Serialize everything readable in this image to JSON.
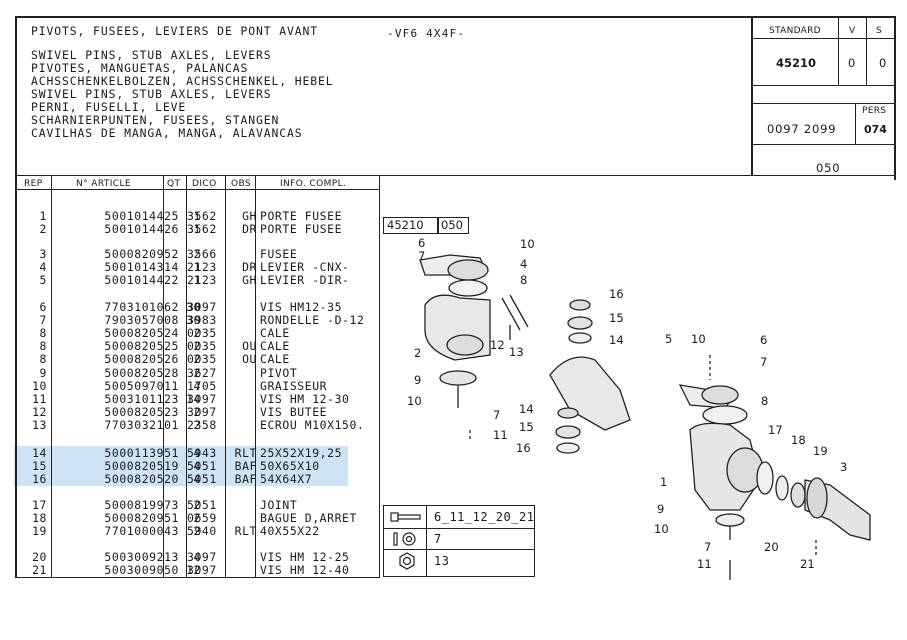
{
  "header": {
    "title_line": "PIVOTS, FUSEES, LEVIERS DE PONT AVANT",
    "model": "-VF6 4X4F-",
    "translations": [
      "SWIVEL PINS, STUB AXLES, LEVERS",
      "PIVOTES, MANGUETAS, PALANCAS",
      "ACHSSCHENKELBOLZEN, ACHSSCHENKEL, HEBEL",
      "SWIVEL PINS, STUB AXLES, LEVERS",
      "PERNI, FUSELLI, LEVE",
      "SCHARNIERPUNTEN, FUSEES, STANGEN",
      "CAVILHAS DE MANGA, MANGA, ALAVANCAS"
    ]
  },
  "side_box": {
    "standard_label": "STANDARD",
    "v_label": "V",
    "s_label": "S",
    "standard_value": "45210",
    "v_value": "0",
    "s_value": "0",
    "pers_label": "PERS",
    "ref_number": "0097 2099",
    "pers_value": "074",
    "page_number": "050"
  },
  "table": {
    "headers": {
      "rep": "REP",
      "article": "N° ARTICLE",
      "qt": "QT",
      "dico": "DICO",
      "obs": "OBS",
      "info": "INFO. COMPL."
    },
    "rows": [
      {
        "rep": "1",
        "article": "5001014425",
        "qt": "1",
        "dico": "3562",
        "obs": "GH",
        "info": "PORTE FUSEE"
      },
      {
        "rep": "2",
        "article": "5001014426",
        "qt": "1",
        "dico": "3562",
        "obs": "DR",
        "info": "PORTE FUSEE"
      },
      {
        "rep": "3",
        "article": "5000820952",
        "qt": "2",
        "dico": "3566",
        "obs": "",
        "info": "FUSEE"
      },
      {
        "rep": "4",
        "article": "5001014314",
        "qt": "1",
        "dico": "2123",
        "obs": "DR",
        "info": "LEVIER -CNX-"
      },
      {
        "rep": "5",
        "article": "5001014422",
        "qt": "1",
        "dico": "2123",
        "obs": "GH",
        "info": "LEVIER -DIR-"
      },
      {
        "rep": "6",
        "article": "7703101062",
        "qt": "30",
        "dico": "3097",
        "obs": "",
        "info": "VIS HM12-35"
      },
      {
        "rep": "7",
        "article": "7903057008",
        "qt": "30",
        "dico": "3983",
        "obs": "",
        "info": "RONDELLE -D-12"
      },
      {
        "rep": "8",
        "article": "5000820524",
        "qt": "2",
        "dico": "0035",
        "obs": "",
        "info": "CALE"
      },
      {
        "rep": "8",
        "article": "5000820525",
        "qt": "2",
        "dico": "0035",
        "obs": "OU",
        "info": "CALE"
      },
      {
        "rep": "8",
        "article": "5000820526",
        "qt": "2",
        "dico": "0035",
        "obs": "OU",
        "info": "CALE"
      },
      {
        "rep": "9",
        "article": "5000820528",
        "qt": "2",
        "dico": "3627",
        "obs": "",
        "info": "PIVOT"
      },
      {
        "rep": "10",
        "article": "5005097011",
        "qt": "4",
        "dico": "1705",
        "obs": "",
        "info": "GRAISSEUR"
      },
      {
        "rep": "11",
        "article": "5003101123",
        "qt": "14",
        "dico": "3097",
        "obs": "",
        "info": "VIS HM 12-30"
      },
      {
        "rep": "12",
        "article": "5000820523",
        "qt": "2",
        "dico": "3097",
        "obs": "",
        "info": "VIS BUTEE"
      },
      {
        "rep": "13",
        "article": "7703032101",
        "qt": "2",
        "dico": "2358",
        "obs": "",
        "info": "ECROU M10X150."
      },
      {
        "rep": "14",
        "article": "5000113951",
        "qt": "4",
        "dico": "5943",
        "obs": "RLT",
        "info": "25X52X19,25"
      },
      {
        "rep": "15",
        "article": "5000820519",
        "qt": "4",
        "dico": "5051",
        "obs": "BAF",
        "info": "50X65X10"
      },
      {
        "rep": "16",
        "article": "5000820520",
        "qt": "4",
        "dico": "5051",
        "obs": "BAF",
        "info": "54X64X7"
      },
      {
        "rep": "17",
        "article": "5000819973",
        "qt": "2",
        "dico": "5051",
        "obs": "",
        "info": "JOINT"
      },
      {
        "rep": "18",
        "article": "5000820951",
        "qt": "2",
        "dico": "0659",
        "obs": "",
        "info": "BAGUE D,ARRET"
      },
      {
        "rep": "19",
        "article": "7701000043",
        "qt": "2",
        "dico": "5940",
        "obs": "RLT",
        "info": "40X55X22"
      },
      {
        "rep": "20",
        "article": "5003009213",
        "qt": "4",
        "dico": "3097",
        "obs": "",
        "info": "VIS HM 12-25"
      },
      {
        "rep": "21",
        "article": "5003009050",
        "qt": "12",
        "dico": "3097",
        "obs": "",
        "info": "VIS HM 12-40"
      }
    ]
  },
  "diagram": {
    "ref_left": "45210",
    "ref_right": "050",
    "legend": [
      {
        "icon": "bolt-icon",
        "text": "6_11_12_20_21"
      },
      {
        "icon": "washer-icon",
        "text": "7"
      },
      {
        "icon": "nut-icon",
        "text": "13"
      }
    ],
    "callouts": [
      "6",
      "7",
      "10",
      "4",
      "8",
      "2",
      "12",
      "13",
      "9",
      "10",
      "7",
      "11",
      "16",
      "15",
      "14",
      "14",
      "15",
      "16",
      "5",
      "10",
      "6",
      "7",
      "8",
      "17",
      "18",
      "19",
      "3",
      "1",
      "9",
      "10",
      "20",
      "7",
      "11",
      "21"
    ]
  }
}
